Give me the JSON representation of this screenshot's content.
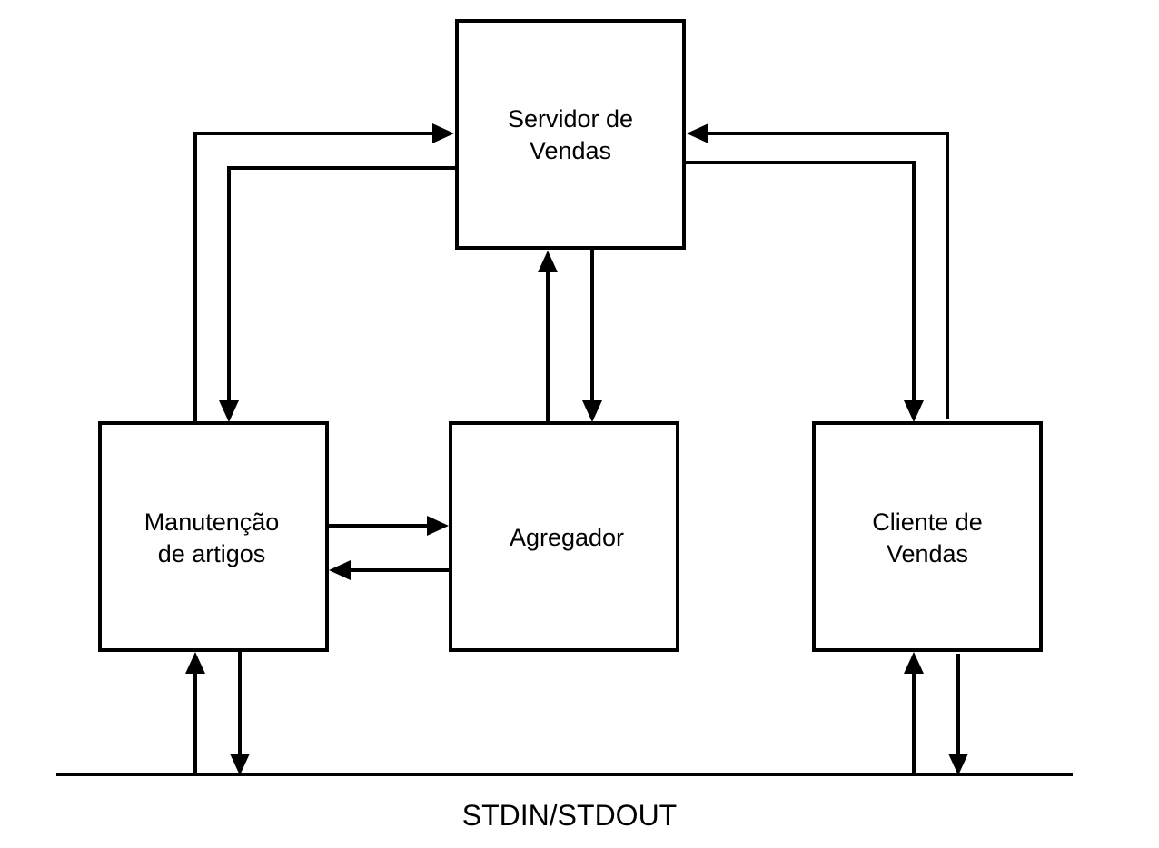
{
  "diagram": {
    "nodes": {
      "servidor": {
        "line1": "Servidor de",
        "line2": "Vendas"
      },
      "manutencao": {
        "line1": "Manutenção",
        "line2": "de artigos"
      },
      "agregador": {
        "line1": "Agregador"
      },
      "cliente": {
        "line1": "Cliente de",
        "line2": "Vendas"
      }
    },
    "bus": {
      "label": "STDIN/STDOUT"
    },
    "edges": [
      {
        "from": "manutencao",
        "to": "servidor"
      },
      {
        "from": "servidor",
        "to": "manutencao"
      },
      {
        "from": "cliente",
        "to": "servidor"
      },
      {
        "from": "servidor",
        "to": "cliente"
      },
      {
        "from": "agregador",
        "to": "servidor"
      },
      {
        "from": "servidor",
        "to": "agregador"
      },
      {
        "from": "manutencao",
        "to": "agregador"
      },
      {
        "from": "agregador",
        "to": "manutencao"
      },
      {
        "from": "stdin",
        "to": "manutencao"
      },
      {
        "from": "manutencao",
        "to": "stdout"
      },
      {
        "from": "stdin",
        "to": "cliente"
      },
      {
        "from": "cliente",
        "to": "stdout"
      }
    ]
  }
}
